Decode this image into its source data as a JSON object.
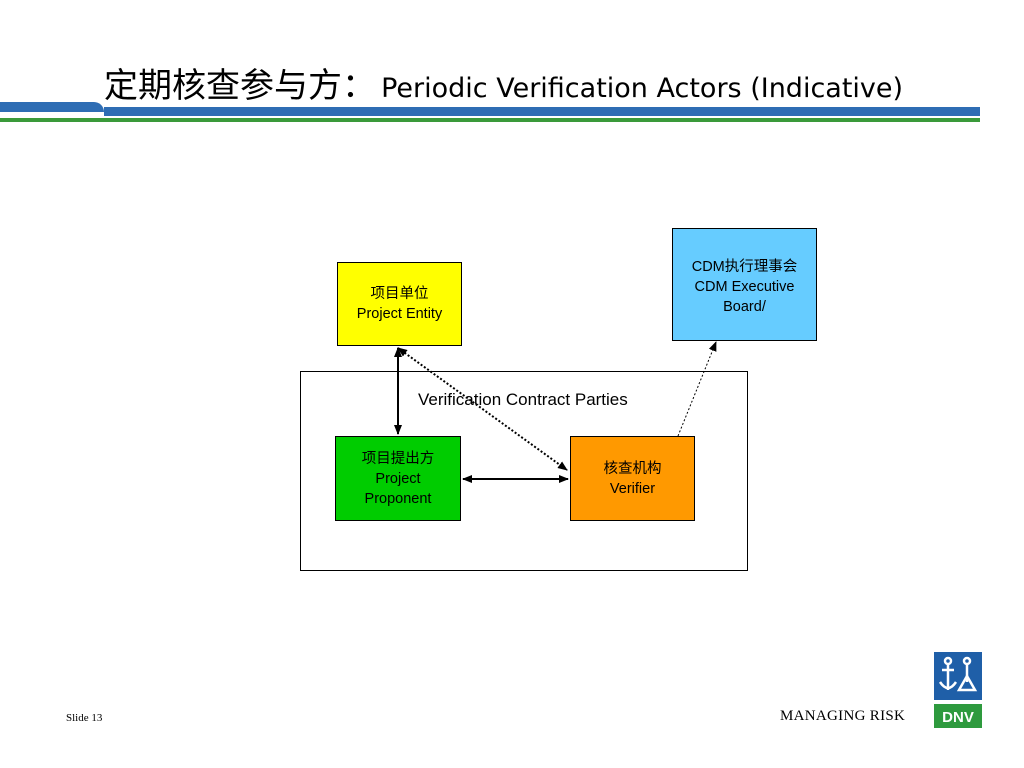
{
  "header": {
    "title_zh": "定期核查参与方：",
    "title_en": "Periodic Verification Actors (Indicative)"
  },
  "diagram": {
    "frame_label": "Verification Contract Parties",
    "project_entity": {
      "zh": "项目单位",
      "en": "Project Entity",
      "color": "#ffff00"
    },
    "project_proponent": {
      "zh": "项目提出方",
      "en_line1": "Project",
      "en_line2": "Proponent",
      "color": "#00cc00"
    },
    "verifier": {
      "zh": "核查机构",
      "en": "Verifier",
      "color": "#ff9900"
    },
    "executive_board": {
      "line1": "CDM执行理事会",
      "line2": "CDM Executive",
      "line3": "Board/",
      "color": "#66ccff"
    },
    "connections": [
      {
        "from": "project_entity",
        "to": "project_proponent",
        "style": "solid",
        "direction": "both"
      },
      {
        "from": "project_proponent",
        "to": "verifier",
        "style": "solid",
        "direction": "both"
      },
      {
        "from": "project_entity",
        "to": "verifier",
        "style": "dotted",
        "direction": "both"
      },
      {
        "from": "verifier",
        "to": "executive_board",
        "style": "dotted",
        "direction": "forward"
      }
    ]
  },
  "footer": {
    "slide_number": "Slide 13",
    "tagline": "MANAGING RISK",
    "logo_text": "DNV"
  },
  "colors": {
    "header_band_blue": "#2e6db4",
    "header_band_green": "#3a9a3a",
    "logo_blue": "#1f5fa8",
    "logo_green": "#2e9a3e"
  }
}
